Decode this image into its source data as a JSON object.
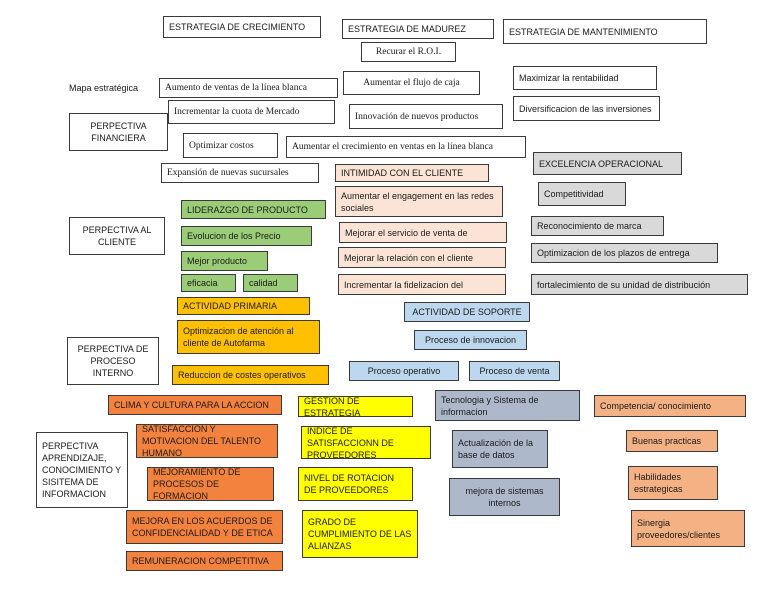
{
  "header": {
    "crecimiento": "ESTRATEGIA DE CRECIMIENTO",
    "madurez": "ESTRATEGIA DE MADUREZ",
    "mantenimiento": "ESTRATEGIA DE MANTENIMIENTO"
  },
  "side": {
    "mapa": "Mapa estratégica",
    "financiera": "PERPECTIVA FINANCIERA",
    "cliente": "PERPECTIVA AL CLIENTE",
    "proceso": "PERPECTIVA DE PROCESO INTERNO",
    "aprendizaje": "PERPECTIVA APRENDIZAJE, CONOCIMIENTO Y SISITEMA DE INFORMACION"
  },
  "financiera": {
    "recurar": "Recurar el R.O.I.",
    "aumento_ventas": "Aumento de ventas de la línea blanca",
    "aumentar_flujo": "Aumentar el flujo de caja",
    "maximizar": "Maximizar la rentabilidad",
    "cuota": "Incrementar la cuota de Mercado",
    "innovacion": "Innovación de nuevos productos",
    "diversificacion": "Diversificacion de las inversiones",
    "optimizar": "Optimizar costos",
    "crecimiento_ventas": "Aumentar el crecimiento en ventas en la línea blanca",
    "expansion": "Expansión de nuevas sucursales"
  },
  "cliente": {
    "intimidad": "INTIMIDAD CON EL CLIENTE",
    "engagement": "Aumentar el engagement en las redes sociales",
    "servicio": "Mejorar el servicio de venta de",
    "relacion": "Mejorar la relación con el cliente",
    "fidelizacion": "Incrementar la fidelizacion del",
    "liderazgo": "LIDERAZGO DE PRODUCTO",
    "evolucion": "Evolucion de los Precio",
    "mejor": "Mejor producto",
    "eficacia": "eficacia",
    "calidad": "calidad",
    "excelencia": "EXCELENCIA OPERACIONAL",
    "competitividad": "Competitividad",
    "reconocimiento": "Reconocimiento de marca",
    "plazos": "Optimizacion de los plazos de entrega",
    "fortalecimiento": "fortalecimiento de su unidad de distribución"
  },
  "proceso": {
    "primaria": "ACTIVIDAD PRIMARIA",
    "atencion": "Optimizacion de atención al cliente de Autofarma",
    "costes": "Reduccion de costes operativos",
    "soporte": "ACTIVIDAD DE SOPORTE",
    "innovacion": "Proceso de innovacion",
    "operativo": "Proceso operativo",
    "venta": "Proceso de venta"
  },
  "aprendizaje": {
    "clima": "CLIMA Y CULTURA PARA LA ACCION",
    "satisfaccion_talento": "SATISFACCION Y MOTIVACION DEL TALENTO HUMANO",
    "mejoramiento": "MEJORAMIENTO DE PROCESOS DE FORMACION",
    "acuerdos": "MEJORA EN LOS ACUERDOS DE CONFIDENCIALIDAD Y DE ETICA",
    "remuneracion": "REMUNERACION COMPETITIVA",
    "gestion": "GESTION DE ESTRATEGIA",
    "indice": "INDICE DE SATISFACCIONN DE PROVEEDORES",
    "rotacion": "NIVEL DE ROTACION DE PROVEEDORES",
    "cumplimiento": "GRADO DE CUMPLIMIENTO DE LAS ALIANZAS",
    "tecnologia": "Tecnologia y Sistema de informacion",
    "actualizacion": "Actualización de la base de datos",
    "sistemas": "mejora de sistemas internos",
    "competencia": "Competencia/ conocimiento",
    "practicas": "Buenas practicas",
    "habilidades": "Habilidades estrategicas",
    "sinergia": "Sinergia proveedores/clientes"
  }
}
